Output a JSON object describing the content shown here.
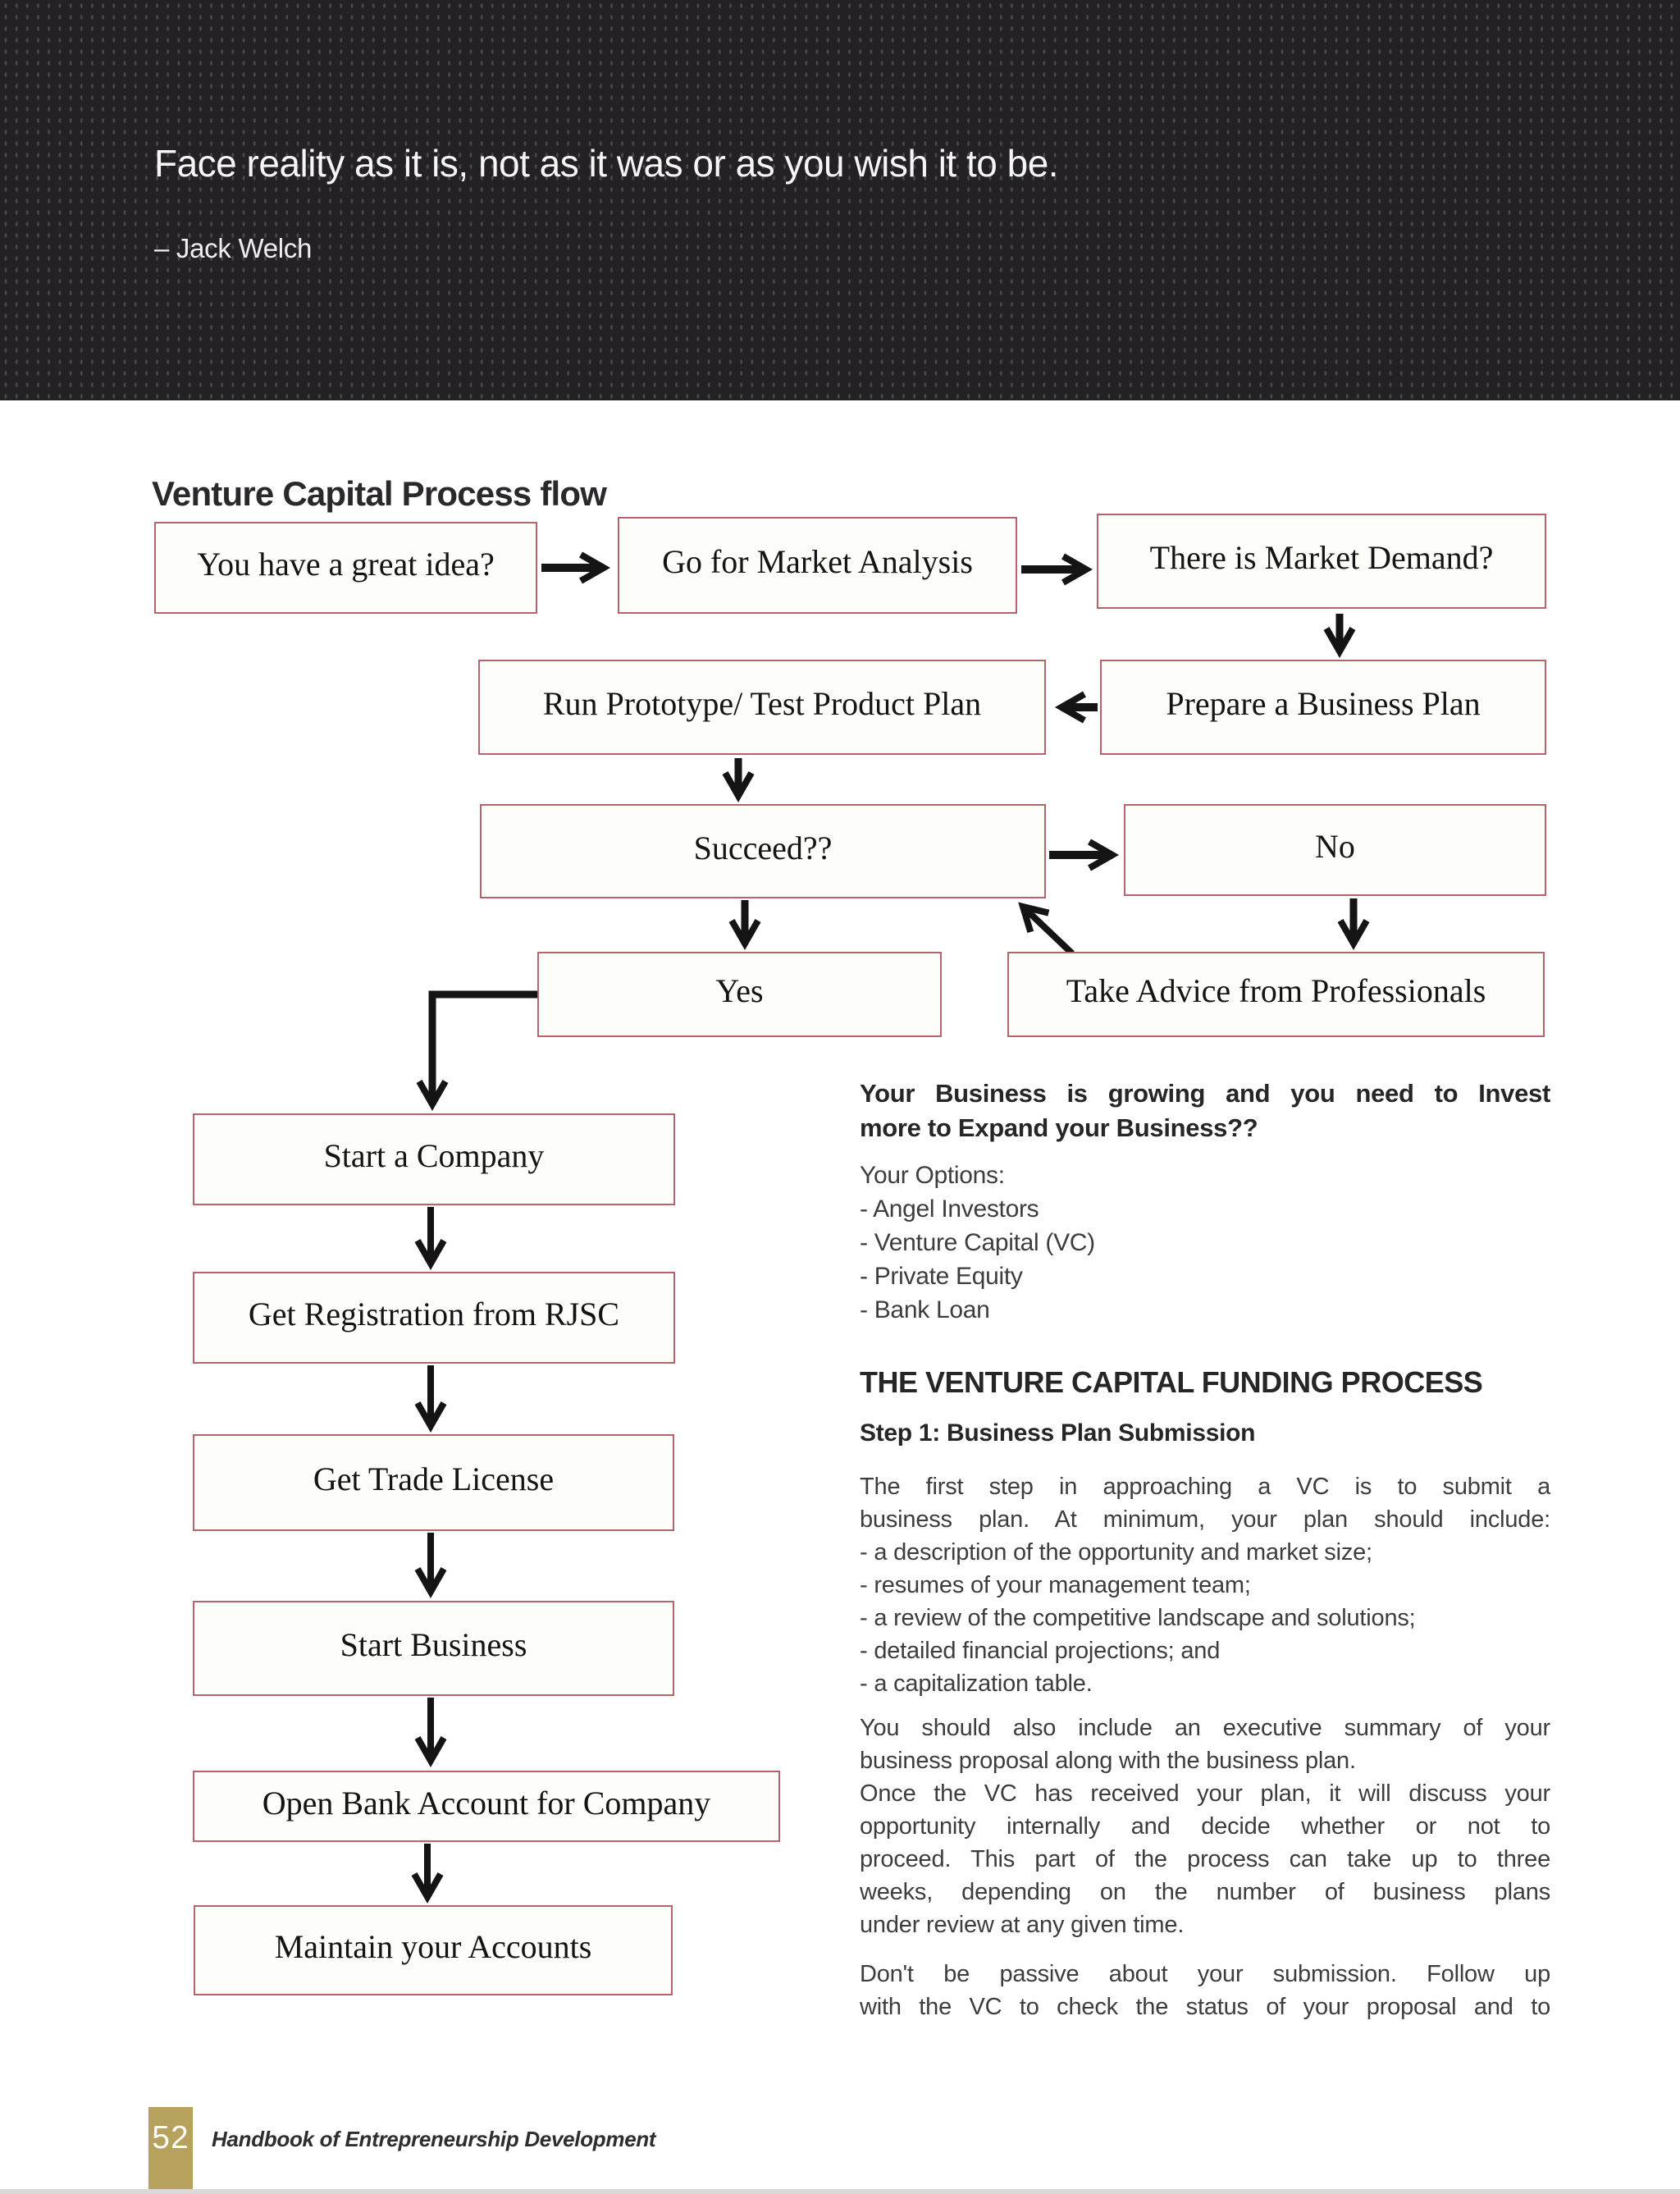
{
  "banner": {
    "quote": "Face reality as it is, not as it was or as you wish it to be.",
    "attribution": "– Jack Welch"
  },
  "flowchart": {
    "title": "Venture Capital Process flow",
    "nodes": [
      {
        "label": "You have a great idea?"
      },
      {
        "label": "Go for Market Analysis"
      },
      {
        "label": "There is Market Demand?"
      },
      {
        "label": "Run Prototype/ Test Product Plan"
      },
      {
        "label": "Prepare a Business Plan"
      },
      {
        "label": "Succeed??"
      },
      {
        "label": "No"
      },
      {
        "label": "Yes"
      },
      {
        "label": "Take Advice from Professionals"
      },
      {
        "label": "Start a Company"
      },
      {
        "label": "Get Registration from RJSC"
      },
      {
        "label": "Get Trade License"
      },
      {
        "label": "Start Business"
      },
      {
        "label": "Open Bank Account for Company"
      },
      {
        "label": "Maintain your Accounts"
      }
    ]
  },
  "right_column": {
    "growth_heading_lines": [
      "Your Business is growing and you need to Invest",
      "more to Expand your Business??"
    ],
    "options_heading": "Your Options:",
    "options": [
      "- Angel Investors",
      "- Venture Capital (VC)",
      "- Private Equity",
      "- Bank Loan"
    ],
    "section_heading": "THE VENTURE CAPITAL FUNDING PROCESS",
    "step_heading": "Step 1: Business Plan Submission",
    "para1_lines": [
      "The first step in approaching a VC is to submit a",
      "business plan. At minimum, your plan should include:",
      "- a description of the opportunity and market size;",
      "- resumes of your management team;",
      "- a review of the competitive landscape and solutions;",
      "- detailed financial projections; and",
      "- a capitalization table."
    ],
    "para2_lines": [
      "You should also include an executive summary of your",
      "business proposal along with the business plan.",
      "Once the VC has received your plan, it will discuss your",
      "opportunity internally and decide whether or not to",
      "proceed. This part of the process can take up to three",
      "weeks, depending on the number of business plans",
      "under review at any given time."
    ],
    "para3_lines": [
      "Don't be passive about your submission. Follow up",
      "with the VC to check the status of your proposal and to"
    ]
  },
  "footer": {
    "page_number": "52",
    "book_title": "Handbook of Entrepreneurship Development"
  },
  "colors": {
    "banner_bg": "#232124",
    "banner_dot": "#48464b",
    "box_border": "#b4646a",
    "arrow": "#141414",
    "gold_bar": "#b6a15d"
  }
}
